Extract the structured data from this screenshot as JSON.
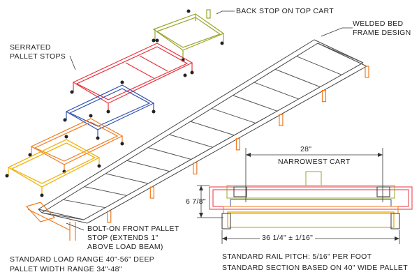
{
  "labels": {
    "back_stop": "BACK STOP ON TOP CART",
    "welded_bed_1": "WELDED BED",
    "welded_bed_2": "FRAME DESIGN",
    "serrated_1": "SERRATED",
    "serrated_2": "PALLET STOPS",
    "bolt_on_1": "BOLT-ON FRONT PALLET",
    "bolt_on_2": "STOP    (EXTENDS      1\"",
    "bolt_on_3": "ABOVE LOAD BEAM)",
    "load_range": "STANDARD LOAD RANGE 40\"-56\" DEEP",
    "width_range": "PALLET WIDTH RANGE 34\"-48\"",
    "rail_pitch": "STANDARD RAIL PITCH: 5/16\" PER FOOT",
    "section": "STANDARD SECTION BASED ON 40\" WIDE PALLET",
    "dim_28": "28\"",
    "narrowest": "NARROWEST CART",
    "dim_678": "6 7/8\"",
    "dim_3614": "36 1/4\" ± 1/16\""
  },
  "colors": {
    "line": "#333333",
    "back_cart": "#9aa52a",
    "red_cart": "#e8323c",
    "blue_cart": "#3050b0",
    "orange": "#f07a1e",
    "yellow": "#f0b414",
    "rail": "#555555"
  }
}
